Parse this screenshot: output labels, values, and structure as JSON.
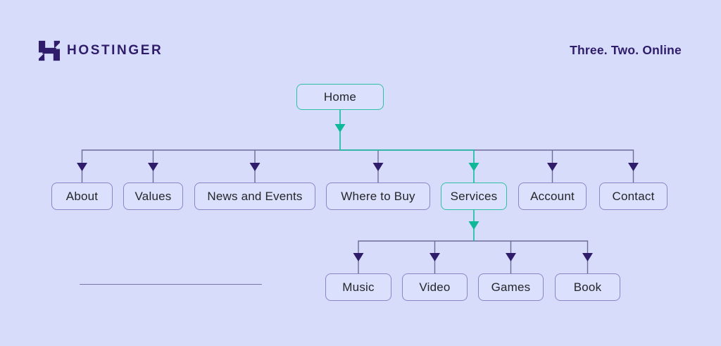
{
  "brand": {
    "logo_icon": "hostinger-h-icon",
    "logo_text": "HOSTINGER",
    "tagline": "Three. Two. Online"
  },
  "colors": {
    "background": "#D6DCFA",
    "brand_purple": "#2F1C6A",
    "accent_teal": "#12BD9D",
    "node_border_purple": "#8A85C6",
    "node_border_teal": "#2FBFA5",
    "node_fill": "#DBE0FC",
    "connector_purple": "#6F6B99"
  },
  "sitemap": {
    "root": {
      "label": "Home",
      "highlighted": true
    },
    "level1": [
      {
        "label": "About",
        "highlighted": false
      },
      {
        "label": "Values",
        "highlighted": false
      },
      {
        "label": "News and Events",
        "highlighted": false
      },
      {
        "label": "Where to Buy",
        "highlighted": false
      },
      {
        "label": "Services",
        "highlighted": true
      },
      {
        "label": "Account",
        "highlighted": false
      },
      {
        "label": "Contact",
        "highlighted": false
      }
    ],
    "level2_parent": "Services",
    "level2": [
      {
        "label": "Music"
      },
      {
        "label": "Video"
      },
      {
        "label": "Games"
      },
      {
        "label": "Book"
      }
    ]
  }
}
